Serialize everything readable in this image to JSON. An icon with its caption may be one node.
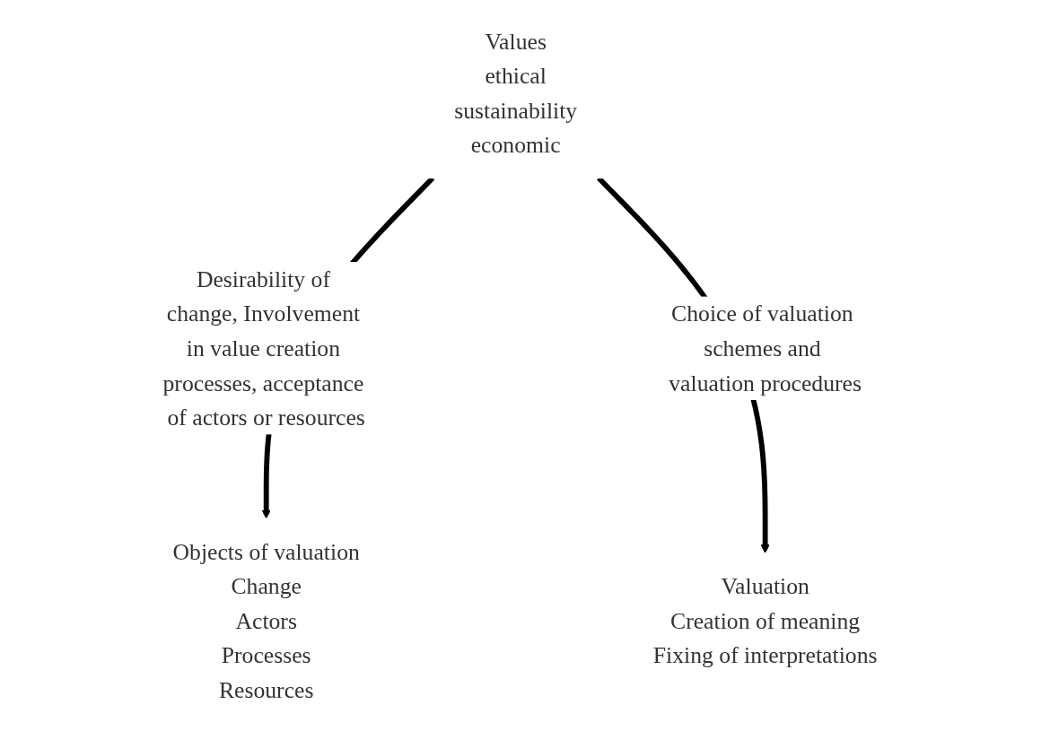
{
  "diagram": {
    "nodes": [
      {
        "text": [
          "Values",
          "ethical",
          "sustainability",
          "economic"
        ]
      },
      {
        "text": [
          "Objects of valuation",
          "Change",
          "Actors",
          "Processes",
          "Resources"
        ]
      },
      {
        "text": [
          "Valuation",
          "Creation of meaning",
          "Fixing of interpretations"
        ]
      }
    ],
    "edges": [
      {
        "from": 0,
        "to": 1,
        "arrow": "to",
        "label": "Desirability of change, Involvement in value creation processes, acceptance of actors or resources"
      },
      {
        "from": 0,
        "to": 2,
        "arrow": "to",
        "label": "Choice of valuation schemes and valuation procedures"
      }
    ]
  }
}
